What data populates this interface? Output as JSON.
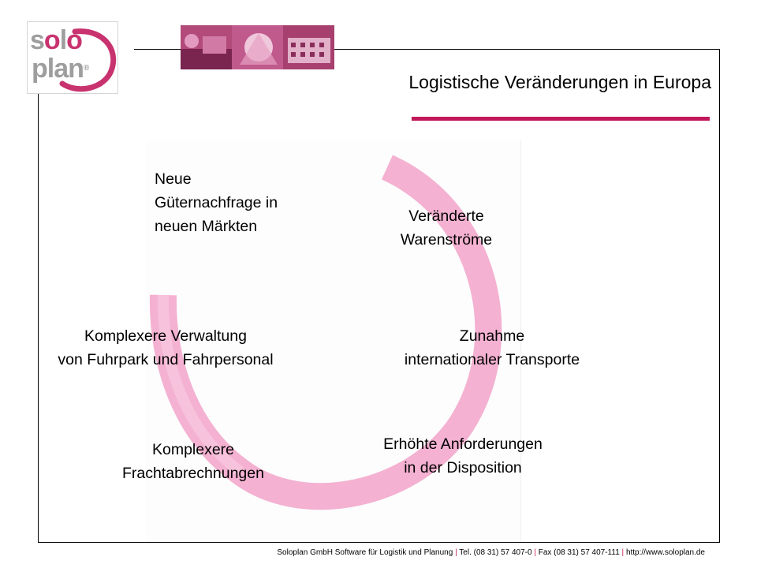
{
  "logo": {
    "line1_a": "s",
    "line1_o": "o",
    "line1_b": "l",
    "line1_o2": "o",
    "line2": "plan",
    "registered": "®"
  },
  "title": "Logistische Veränderungen in Europa",
  "items": {
    "top_left": [
      "Neue",
      "Güternachfrage in",
      "neuen Märkten"
    ],
    "top_right": [
      "Veränderte",
      "Warenströme"
    ],
    "mid_left": [
      "Komplexere Verwaltung",
      "von Fuhrpark und Fahrpersonal"
    ],
    "mid_right": [
      "Zunahme",
      "internationaler Transporte"
    ],
    "bottom_left": [
      "Komplexere",
      "Frachtabrechnungen"
    ],
    "bottom_right": [
      "Erhöhte Anforderungen",
      "in der Disposition"
    ]
  },
  "footer": {
    "company": "Soloplan GmbH Software für Logistik und Planung",
    "sep": "|",
    "phone": "Tel. (08 31) 57 407-0",
    "fax": "Fax  (08 31) 57 407-111",
    "url": "http://www.soloplan.de"
  },
  "colors": {
    "accent": "#c2185b",
    "swirl": "#f3a9cc",
    "logo_gray": "#9e9e9e"
  }
}
